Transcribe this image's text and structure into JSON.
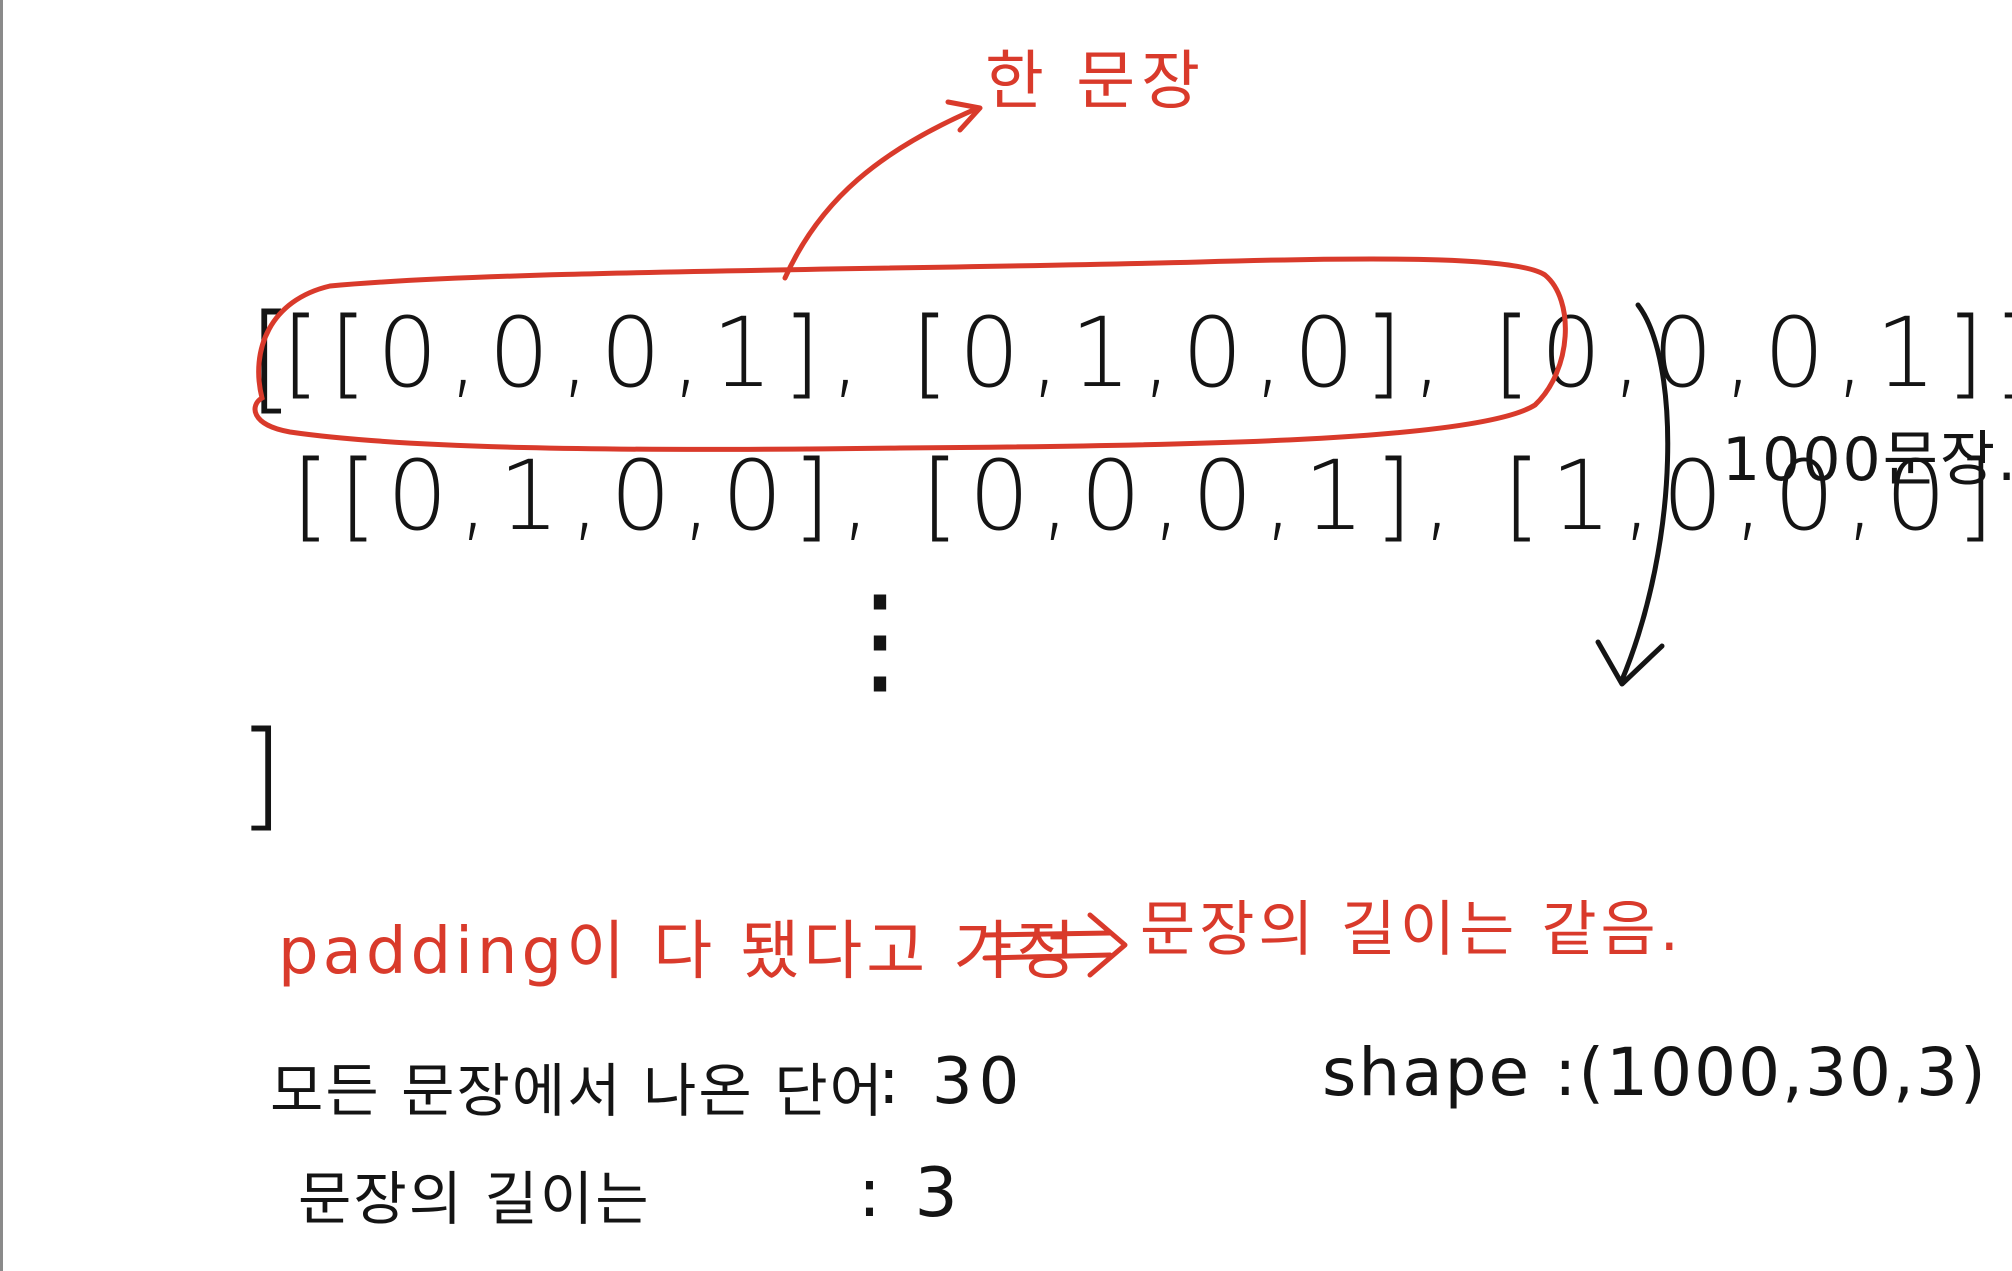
{
  "colors": {
    "ink": "#141414",
    "accent_red": "#d93a2b",
    "background": "#ffffff"
  },
  "annotation_top": "한 문장",
  "rows": {
    "row1_open": "[",
    "row1_vectors": "[[0,0,0,1], [0,1,0,0], [0,0,0,1]],",
    "row2_vectors": "[[0,1,0,0], [0,0,0,1], [1,0,0,0]],",
    "ellipsis": "⋮",
    "close": "]"
  },
  "side_label": "1000문장.",
  "padding_note": "padding이 다 됐다고 가정",
  "padding_result": "문장의 길이는 같음.",
  "stats": {
    "words_label": "모든 문장에서 나온 단어",
    "words_value": ": 30",
    "length_label": "문장의 길이는",
    "length_value": ": 3"
  },
  "shape_text": "shape :(1000,30,3)"
}
